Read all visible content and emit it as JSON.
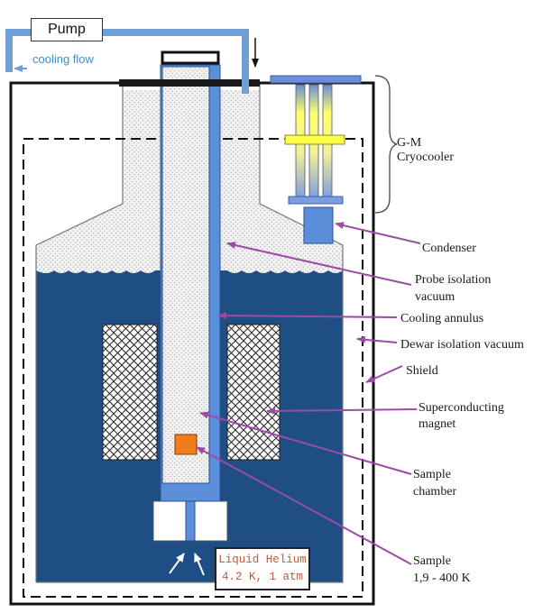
{
  "pump": {
    "label": "Pump"
  },
  "cooling_flow": {
    "label": "cooling flow"
  },
  "labels": {
    "gm_cryocooler_1": "G-M",
    "gm_cryocooler_2": "Cryocooler",
    "condenser": "Condenser",
    "probe_isolation_1": "Probe isolation",
    "probe_isolation_2": "vacuum",
    "cooling_annulus": "Cooling annulus",
    "dewar_isolation": "Dewar isolation vacuum",
    "shield": "Shield",
    "magnet_1": "Superconducting",
    "magnet_2": "magnet",
    "sample_chamber_1": "Sample",
    "sample_chamber_2": "chamber",
    "sample_1": "Sample",
    "sample_2": "1,9 - 400 K"
  },
  "liquid_helium": {
    "line1": "Liquid Helium",
    "line2": "4.2 K, 1 atm"
  },
  "colors": {
    "liquid_helium": "#1f4e85",
    "probe_blue": "#5b8fd9",
    "sample": "#f07d1a",
    "arrow_purple": "#9a4ca6",
    "pump_line": "#6f9ed8",
    "cooling_flow_text": "#3a8fd0",
    "helium_label_text": "#b85c38"
  }
}
